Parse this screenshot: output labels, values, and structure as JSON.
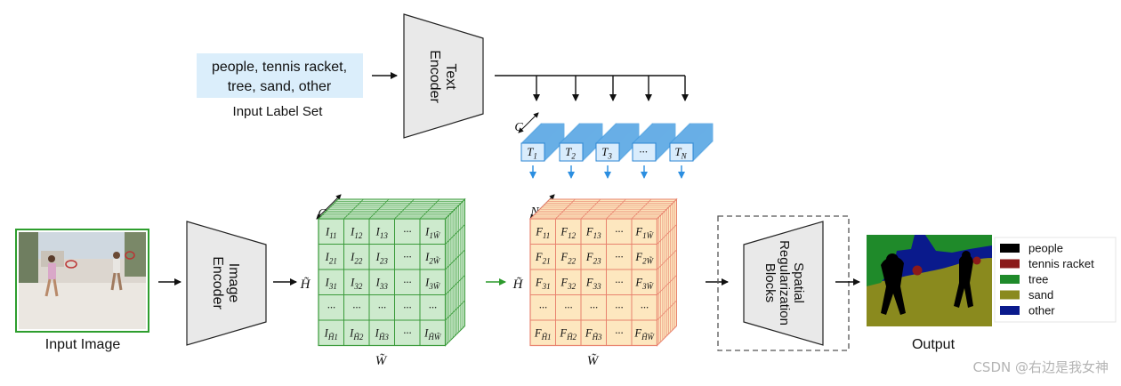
{
  "colors": {
    "label_box": "#dbeefb",
    "encoder_fill": "#e9e9e9",
    "encoder_stroke": "#222222",
    "image_grid_fill": "#cdeacd",
    "image_grid_line": "#3a9a3a",
    "image_frame": "#2e9e2e",
    "text_token_fill": "#cfe6fa",
    "text_token_line": "#3c97dd",
    "blue_arrow": "#2b8ee0",
    "feature_grid_fill": "#fde7bf",
    "feature_grid_line": "#e8836e",
    "green_arrow": "#2c9a2c",
    "dashed_box": "#555555"
  },
  "input_labels": {
    "line1": "people, tennis racket,",
    "line2": "tree, sand, other",
    "caption": "Input Label Set"
  },
  "text_encoder": {
    "line1": "Text",
    "line2": "Encoder"
  },
  "image_encoder": {
    "line1": "Image",
    "line2": "Encoder"
  },
  "input_image": {
    "caption": "Input Image"
  },
  "dims": {
    "c_text": "C",
    "c_image": "C",
    "n_feature": "N",
    "h_image": "H̃",
    "w_image": "W̃",
    "h_feature": "H̃",
    "w_feature": "W̃"
  },
  "text_tokens": [
    "T1",
    "T2",
    "T3",
    "···",
    "TN"
  ],
  "image_grid": {
    "rows": [
      [
        "I11",
        "I12",
        "I13",
        "···",
        "I1W̃"
      ],
      [
        "I21",
        "I22",
        "I23",
        "···",
        "I2W̃"
      ],
      [
        "I31",
        "I32",
        "I33",
        "···",
        "I3W̃"
      ],
      [
        "···",
        "···",
        "···",
        "···",
        "···"
      ],
      [
        "IH̃1",
        "IH̃2",
        "IH̃3",
        "···",
        "IH̃W̃"
      ]
    ]
  },
  "feature_grid": {
    "rows": [
      [
        "F11",
        "F12",
        "F13",
        "···",
        "F1W̃"
      ],
      [
        "F21",
        "F22",
        "F23",
        "···",
        "F2W̃"
      ],
      [
        "F31",
        "F32",
        "F33",
        "···",
        "F3W̃"
      ],
      [
        "···",
        "···",
        "···",
        "···",
        "···"
      ],
      [
        "FH̃1",
        "FH̃2",
        "FH̃3",
        "···",
        "FH̃W̃"
      ]
    ]
  },
  "regularization": {
    "line1": "Spatial",
    "line2": "Regularization",
    "line3": "Blocks"
  },
  "output": {
    "caption": "Output"
  },
  "legend": [
    {
      "label": "people",
      "color": "#000000"
    },
    {
      "label": "tennis racket",
      "color": "#8b1a1a"
    },
    {
      "label": "tree",
      "color": "#1f8a2a"
    },
    {
      "label": "sand",
      "color": "#8a8a1e"
    },
    {
      "label": "other",
      "color": "#0a1a8c"
    }
  ],
  "watermark": "CSDN @右边是我女神"
}
